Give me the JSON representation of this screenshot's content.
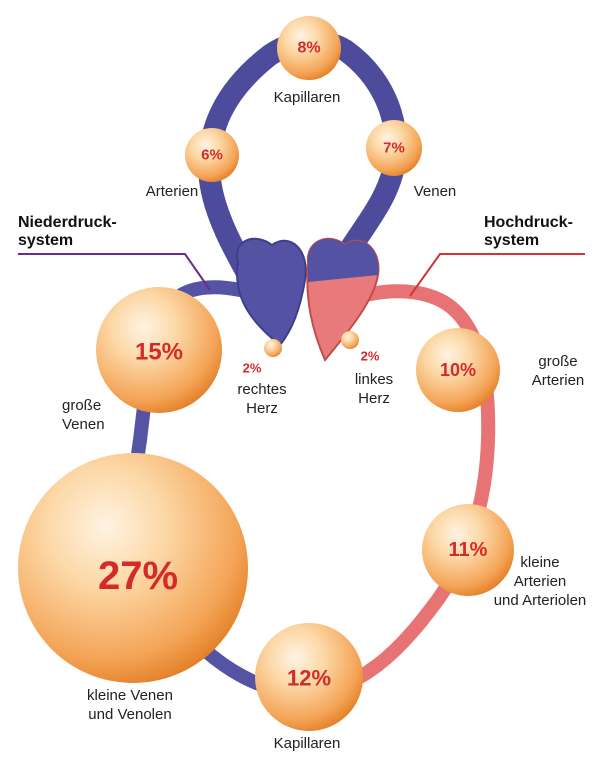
{
  "colors": {
    "venous": "#5b5aa8",
    "venous_dark": "#3f3e8c",
    "arterial": "#e8787a",
    "arterial_dark": "#c44a4c",
    "sphere_light": "#fde8cc",
    "sphere_dark": "#f08a2c",
    "percent_text": "#d42a2a",
    "niederdruck_line": "#6a2a8e",
    "hochdruck_line": "#d43434"
  },
  "headings": {
    "niederdruck": "Niederdruck-\nsystem",
    "hochdruck": "Hochdruck-\nsystem"
  },
  "nodes": [
    {
      "id": "lung-capillaries",
      "percent": "8%",
      "label": "Kapillaren"
    },
    {
      "id": "lung-arteries",
      "percent": "6%",
      "label": "Arterien"
    },
    {
      "id": "lung-veins",
      "percent": "7%",
      "label": "Venen"
    },
    {
      "id": "right-heart",
      "percent": "2%",
      "label": "rechtes\nHerz"
    },
    {
      "id": "left-heart",
      "percent": "2%",
      "label": "linkes\nHerz"
    },
    {
      "id": "large-veins",
      "percent": "15%",
      "label": "große\nVenen"
    },
    {
      "id": "large-arteries",
      "percent": "10%",
      "label": "große\nArterien"
    },
    {
      "id": "small-arteries",
      "percent": "11%",
      "label": "kleine\nArterien\nund Arteriolen"
    },
    {
      "id": "small-veins",
      "percent": "27%",
      "label": "kleine Venen\nund Venolen"
    },
    {
      "id": "body-capillaries",
      "percent": "12%",
      "label": "Kapillaren"
    }
  ]
}
